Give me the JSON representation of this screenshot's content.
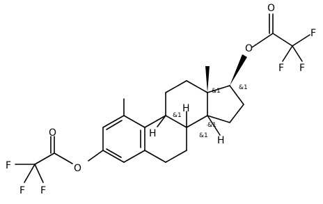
{
  "molecule": {
    "atoms": {
      "o_ester_top": "O",
      "o_carbonyl_top": "O",
      "f_top_1": "F",
      "f_top_2": "F",
      "f_top_3": "F",
      "o_carbonyl_left": "O",
      "o_ester_left": "O",
      "f_left_1": "F",
      "f_left_2": "F",
      "f_left_3": "F",
      "h_c9": "H",
      "h_c8": "H",
      "h_c14": "H"
    },
    "stereo_labels": {
      "c17": "&1",
      "c13": "&1",
      "c9": "&1",
      "c8": "&1",
      "c14": "&1"
    }
  }
}
